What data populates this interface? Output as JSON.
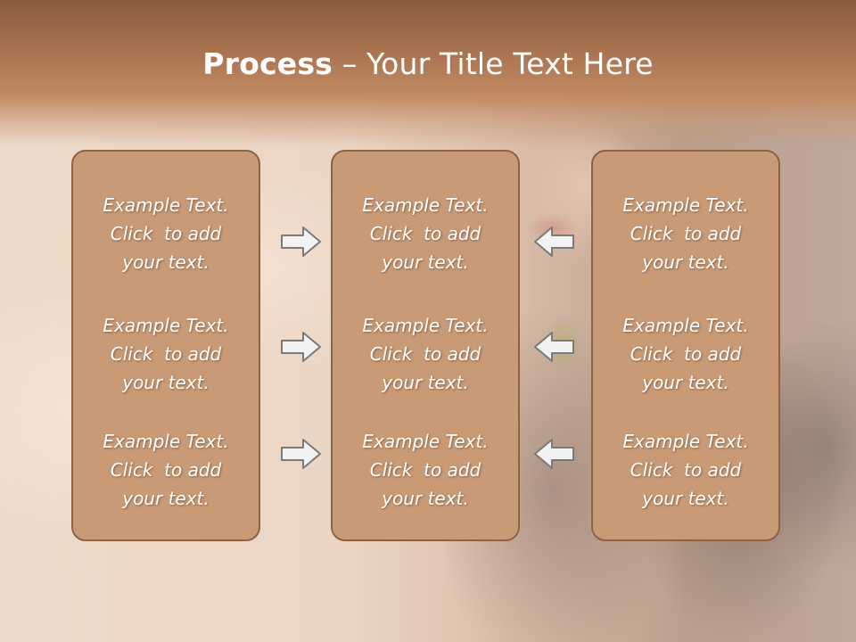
{
  "title": {
    "bold": "Process",
    "rest": " – Your Title Text Here"
  },
  "columns": [
    {
      "items": [
        {
          "line1": "Example Text.",
          "line2": "Click  to add",
          "line3": "your text."
        },
        {
          "line1": "Example Text.",
          "line2": "Click  to add",
          "line3": "your text."
        },
        {
          "line1": "Example Text.",
          "line2": "Click  to add",
          "line3": "your text."
        }
      ]
    },
    {
      "items": [
        {
          "line1": "Example Text.",
          "line2": "Click  to add",
          "line3": "your text."
        },
        {
          "line1": "Example Text.",
          "line2": "Click  to add",
          "line3": "your text."
        },
        {
          "line1": "Example Text.",
          "line2": "Click  to add",
          "line3": "your text."
        }
      ]
    },
    {
      "items": [
        {
          "line1": "Example Text.",
          "line2": "Click  to add",
          "line3": "your text."
        },
        {
          "line1": "Example Text.",
          "line2": "Click  to add",
          "line3": "your text."
        },
        {
          "line1": "Example Text.",
          "line2": "Click  to add",
          "line3": "your text."
        }
      ]
    }
  ],
  "arrows": {
    "left_group": "arrow-right-icon",
    "right_group": "arrow-left-icon"
  },
  "colors": {
    "box_fill": "#c99a76",
    "box_border": "#8e6247",
    "title_bar": "#a97350",
    "text": "#ffffff",
    "arrow_fill": "#f2f2f2",
    "arrow_stroke": "#7a7a7a"
  }
}
